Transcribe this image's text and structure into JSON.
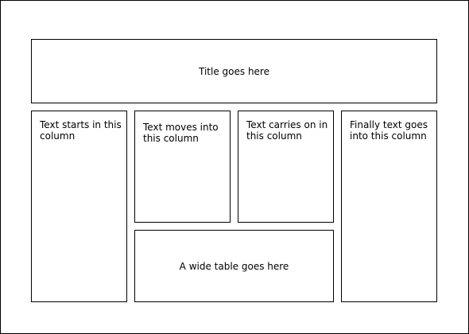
{
  "layout": {
    "title": "Title goes here",
    "columns": [
      "Text starts in this column",
      "Text moves into this column",
      "Text carries on in this column",
      "Finally text goes into this column"
    ],
    "table": "A wide table goes here"
  }
}
